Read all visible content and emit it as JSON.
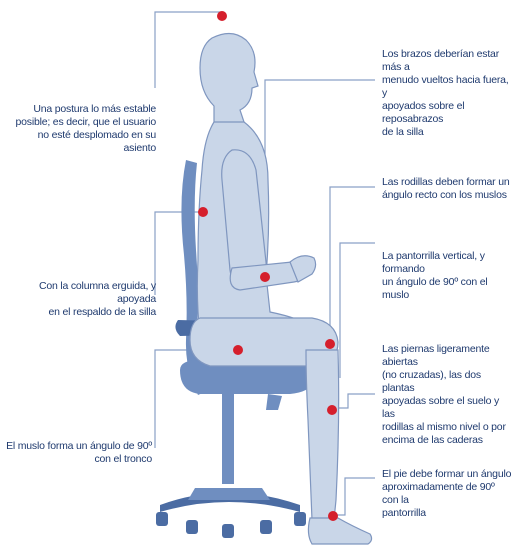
{
  "colors": {
    "body_fill": "#c9d6e8",
    "body_stroke": "#7f96bf",
    "chair_fill": "#6f8ec0",
    "chair_dark": "#4b6ca3",
    "leader_line": "#8aa0c6",
    "marker_red": "#d51f2c",
    "text": "#1f3a6e"
  },
  "annotations": [
    {
      "id": "posture",
      "side": "left",
      "text": "Una postura lo más estable\nposible; es decir, que el usuario\nno esté desplomado en su asiento",
      "marker_icon": "red-dot"
    },
    {
      "id": "column",
      "side": "left",
      "text": "Con la columna erguida, y apoyada\nen el respaldo de la silla",
      "marker_icon": "red-dot"
    },
    {
      "id": "thigh",
      "side": "left",
      "text": "El muslo forma un ángulo de 90º\ncon el tronco",
      "marker_icon": "red-dot"
    },
    {
      "id": "arms",
      "side": "right",
      "text": "Los brazos deberían estar más a\nmenudo vueltos hacia fuera, y\napoyados sobre el reposabrazos\nde la silla",
      "marker_icon": "red-dot"
    },
    {
      "id": "knees",
      "side": "right",
      "text": "Las rodillas deben formar un\nángulo recto con los muslos",
      "marker_icon": "red-dot"
    },
    {
      "id": "calf",
      "side": "right",
      "text": "La pantorrilla vertical, y formando\nun ángulo de 90º con el muslo",
      "marker_icon": "red-dot"
    },
    {
      "id": "legs",
      "side": "right",
      "text": "Las piernas ligeramente abiertas\n(no cruzadas), las dos plantas\napoyadas sobre el suelo y las\nrodillas al mismo nivel o por\nencima de las caderas",
      "marker_icon": "red-dot"
    },
    {
      "id": "foot",
      "side": "right",
      "text": "El pie debe formar un ángulo\naproximadamente de 90º con la\npantorrilla",
      "marker_icon": "red-dot"
    }
  ]
}
